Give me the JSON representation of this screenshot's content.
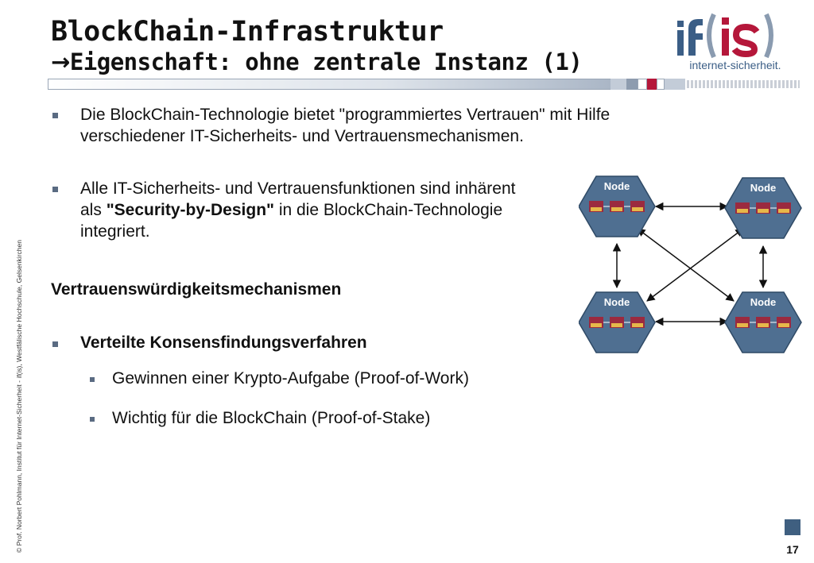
{
  "slide": {
    "title_line1": "BlockChain-Infrastruktur",
    "title_arrow": "→",
    "title_line2": "Eigenschaft: ohne zentrale Instanz (1)"
  },
  "logo": {
    "main": "if(is)",
    "subtitle": "internet-sicherheit.",
    "colors": {
      "if": "#3b5e86",
      "paren": "#8a9bb0",
      "is": "#b5173a"
    }
  },
  "sidebar": {
    "credit": "© Prof.  Norbert Pohlmann, Institut für Internet-Sicherheit - if(is), Westfälische Hochschule, Gelsenkirchen"
  },
  "content": {
    "bullet1_text": "Die BlockChain-Technologie bietet \"programmiertes Vertrauen\" mit Hilfe verschiedener IT-Sicherheits- und Vertrauensmechanismen.",
    "bullet2_part1": "Alle IT-Sicherheits- und Vertrauensfunktionen sind inhärent als ",
    "bullet2_bold": "\"Security-by-Design\"",
    "bullet2_part2": " in die BlockChain-Technologie integriert.",
    "heading": "Vertrauenswürdigkeitsmechanismen",
    "bullet3_text": "Verteilte Konsensfindungsverfahren",
    "sub_bullets": [
      "Gewinnen einer Krypto-Aufgabe (Proof-of-Work)",
      "Wichtig für die BlockChain (Proof-of-Stake)"
    ]
  },
  "diagram": {
    "nodes": [
      {
        "label": "Node"
      },
      {
        "label": "Node"
      },
      {
        "label": "Node"
      },
      {
        "label": "Node"
      }
    ],
    "colors": {
      "node_fill": "#4f6f91",
      "node_stroke": "#2f4a66",
      "block_red": "#9b2a3f",
      "block_gold": "#e6b84a"
    }
  },
  "page": {
    "number": "17"
  },
  "accent": {
    "title_bar_red": "#b5173a",
    "bullet": "#5a6b82"
  }
}
